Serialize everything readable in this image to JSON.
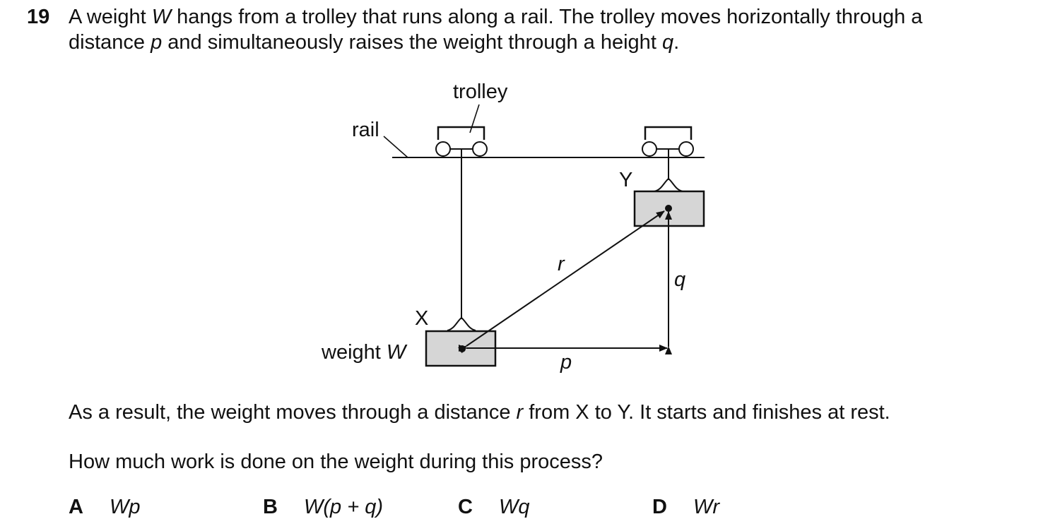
{
  "question": {
    "number": "19",
    "line1": [
      "A weight ",
      "W",
      " hangs from a trolley that runs along a rail. The trolley moves horizontally through a"
    ],
    "line2": [
      "distance ",
      "p",
      " and simultaneously raises the weight through a height ",
      "q",
      "."
    ]
  },
  "diagram": {
    "label_trolley": "trolley",
    "label_rail": "rail",
    "label_x": "X",
    "label_y": "Y",
    "label_weight": "weight ",
    "label_weight_symbol": "W",
    "label_r": "r",
    "label_q": "q",
    "label_p": "p",
    "box_fill": "#d6d6d6"
  },
  "result_sentence": [
    "As a result, the weight moves through a distance ",
    "r",
    " from X to Y. It starts and finishes at rest."
  ],
  "prompt": "How much work is done on the weight during this process?",
  "options": [
    {
      "letter": "A",
      "text": "Wp"
    },
    {
      "letter": "B",
      "text": "W(p + q)"
    },
    {
      "letter": "C",
      "text": "Wq"
    },
    {
      "letter": "D",
      "text": "Wr"
    }
  ]
}
